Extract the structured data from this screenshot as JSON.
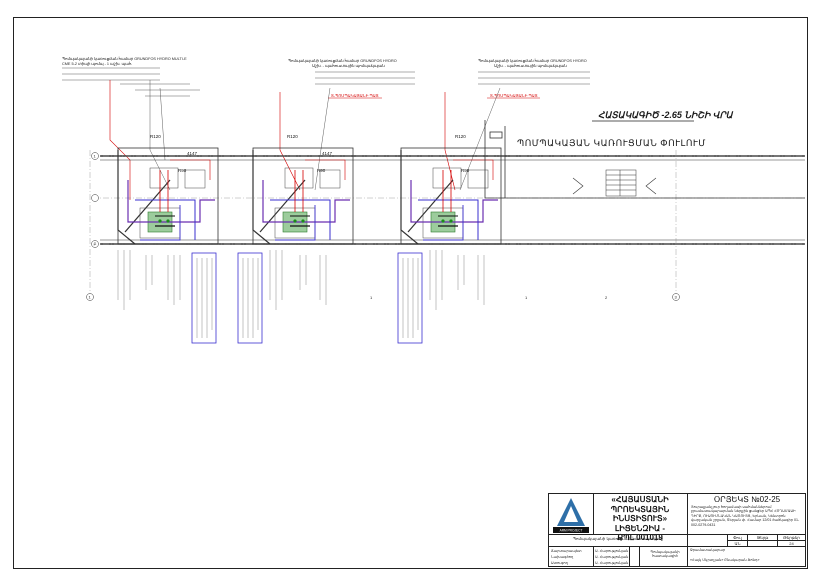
{
  "title_main": "ՀԱՏԱԿԱԳԻԾ -2.65 ՆԻՇԻ ՎՐԱ",
  "subtitle": "ՊՈՄՊԱԿԱՅԱՆ ԿԱՌՈՒՑՄԱՆ ՓՈՒԼՈՒՄ",
  "annotations": {
    "pump1_spec": "Պոմպակայանի կառուցման համար GRUNDFOS HYDRO MULTI-E",
    "pump1_spec2": "CME 5-2 տիպի պոմպ - 1 աշխ. պահ.",
    "pump2_spec": "Պոմպակայանի կառուցման համար GRUNDFOS HYDRO",
    "pump2_spec2": "Աշխ. - պահուստային պոմպակայան",
    "pump3_spec": "Պոմպակայանի կառուցման համար GRUNDFOS HYDRO",
    "pump3_spec2": "Աշխ. - պահուստային պոմպակայան",
    "red_note": "Տ-ՊՈՄՊԱԿԱՅԱՆԻ ՊԱՏ",
    "r120": "R120",
    "r90": "R90",
    "row1": "1",
    "row2": "2",
    "row3": "3",
    "axis_a": "Ա",
    "axis_b": "Բ",
    "dim_top": "4147"
  },
  "title_block": {
    "company": "«ՀԱՅԱՍՏԱՆԻ ՊՐՈԵԿՏԱՅԻՆ ԻՆՍՏԻՏՈՒՏ»",
    "license_label": "ԼԻՑԵՆԶԻԱ -",
    "license_no": "ՔՊԼ 001019",
    "logo_text": "ARM PROJECT",
    "code": "ՕՐՅԵԿՏ  №02-25",
    "description": "Յուրաքանչյուր հողամասի սահմաններում ջրամատակարարման ներքին ցանցեր ԱՊՀ ՀՈՂԱՄԱՍԻ ԴԻՐՔ, ՈՒՍՈՒՄՆԱԿԱՆ ԿԱՌՈՒՅՑ, Երևան, Կենտրոն վարչական շրջան, Տերյան փ. Համար 12/01 ծածկագիր 01-002-0279-0431",
    "sheet_title": "Պոմպակայանի կառուցման հատակագիծը",
    "stage_label": "Փուլ",
    "sheet_label": "Թերթ",
    "sheets_label": "Թերթեր",
    "stage": "ԱՆ",
    "sheet": "",
    "sheets": "24",
    "role1": "Ճարտարապետ",
    "role2": "Նախագծող",
    "role3": "Ստուգող",
    "name1": "Ա. Հարությունյան",
    "name2": "Ա. Հարությունյան",
    "name3": "Ա. Հարությունյան",
    "bottom_left": "Պոմպակայանի հատակագիծ",
    "bottom_right_title": "Ջրամատակարար",
    "bottom_right_text": "«Հայկ Մկրտչյան» Բնակարան Ֆոնդ»"
  }
}
